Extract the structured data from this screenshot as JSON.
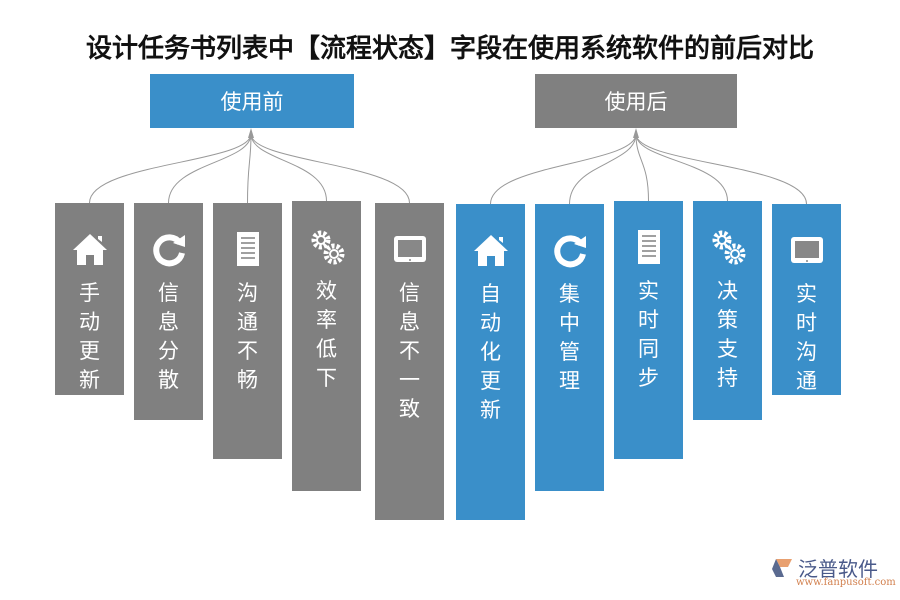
{
  "title": "设计任务书列表中【流程状态】字段在使用系统软件的前后对比",
  "before": {
    "label": "使用前",
    "color": "#3a8fc9",
    "items": [
      {
        "icon": "home-icon",
        "text": "手动更新"
      },
      {
        "icon": "refresh-icon",
        "text": "信息分散"
      },
      {
        "icon": "document-icon",
        "text": "沟通不畅"
      },
      {
        "icon": "gears-icon",
        "text": "效率低下"
      },
      {
        "icon": "tablet-icon",
        "text": "信息不一致"
      }
    ]
  },
  "after": {
    "label": "使用后",
    "color": "#808080",
    "items": [
      {
        "icon": "home-icon",
        "text": "自动化更新"
      },
      {
        "icon": "refresh-icon",
        "text": "集中管理"
      },
      {
        "icon": "document-icon",
        "text": "实时同步"
      },
      {
        "icon": "gears-icon",
        "text": "决策支持"
      },
      {
        "icon": "tablet-icon",
        "text": "实时沟通"
      }
    ]
  },
  "item_colors": {
    "before": "#808080",
    "after": "#3a8fc9"
  },
  "watermark": {
    "name": "泛普软件",
    "url": "www.fanpusoft.com"
  }
}
